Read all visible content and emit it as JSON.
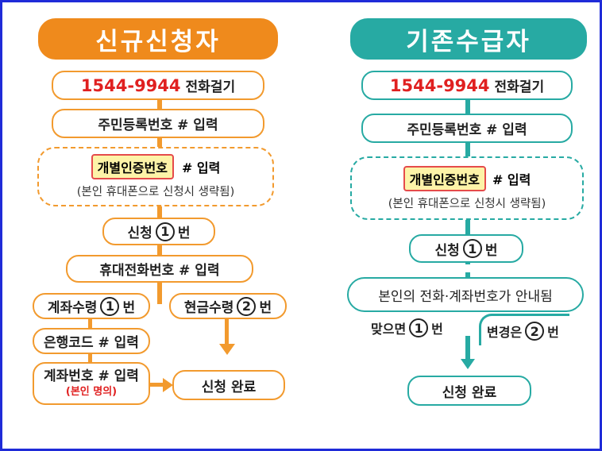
{
  "left": {
    "title": "신규신청자",
    "phone": "1544-9944",
    "phone_suffix": "전화걸기",
    "step_resident": "주민등록번호 # 입력",
    "auth_code": "개별인증번호",
    "auth_suffix": "# 입력",
    "auth_note": "(본인 휴대폰으로 신청시 생략됨)",
    "apply_prefix": "신청",
    "apply_num": "1",
    "apply_suffix": "번",
    "mobile": "휴대전화번호 # 입력",
    "account_prefix": "계좌수령",
    "account_num": "1",
    "account_suffix": "번",
    "cash_prefix": "현금수령",
    "cash_num": "2",
    "cash_suffix": "번",
    "bank_code": "은행코드 # 입력",
    "account_number": "계좌번호 # 입력",
    "account_note": "(본인 명의)",
    "done": "신청 완료"
  },
  "right": {
    "title": "기존수급자",
    "phone": "1544-9944",
    "phone_suffix": "전화걸기",
    "step_resident": "주민등록번호 # 입력",
    "auth_code": "개별인증번호",
    "auth_suffix": "# 입력",
    "auth_note": "(본인 휴대폰으로 신청시 생략됨)",
    "apply_prefix": "신청",
    "apply_num": "1",
    "apply_suffix": "번",
    "guide": "본인의 전화·계좌번호가 안내됨",
    "correct_prefix": "맞으면",
    "correct_num": "1",
    "correct_suffix": "번",
    "change_prefix": "변경은",
    "change_num": "2",
    "change_suffix": "번",
    "done": "신청 완료"
  },
  "colors": {
    "orange": "#f29a2e",
    "header_orange": "#ef8a1c",
    "teal": "#27aaa3",
    "border_blue": "#1f2bd8",
    "phone_red": "#e02020"
  }
}
